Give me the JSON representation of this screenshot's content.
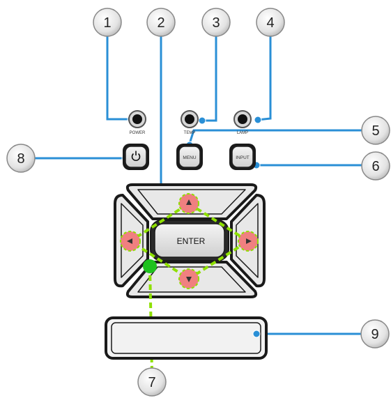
{
  "callouts": [
    "1",
    "2",
    "3",
    "4",
    "5",
    "6",
    "7",
    "8",
    "9"
  ],
  "leds": {
    "power_label": "POWER",
    "temp_label": "TEMP",
    "lamp_label": "LAMP"
  },
  "buttons": {
    "menu_label": "MENU",
    "input_label": "INPUT",
    "enter_label": "ENTER"
  },
  "colors": {
    "callout_line": "#2a8fd6",
    "callout_fill": "#e0e0e0",
    "highlight_dash": "#8ee000",
    "arrow_highlight": "#f08080",
    "focus_dot": "#1ec21e"
  }
}
